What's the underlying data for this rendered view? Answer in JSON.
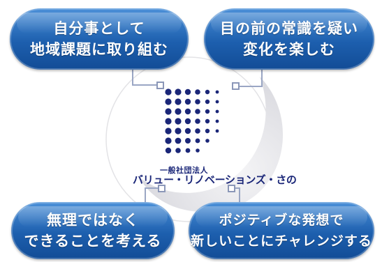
{
  "bubbles": {
    "top_left": {
      "line1": "自分事として",
      "line2": "地域課題に取り組む"
    },
    "top_right": {
      "line1": "目の前の常識を疑い",
      "line2": "変化を楽しむ"
    },
    "bottom_left": {
      "line1": "無理ではなく",
      "line2": "できることを考える"
    },
    "bottom_right": {
      "line1": "ポジティブな発想で",
      "line2": "新しいことにチャレンジする"
    }
  },
  "logo": {
    "org_type": "一般社団法人",
    "org_name": "バリュー・リノベーションズ・さの"
  },
  "colors": {
    "bubble_blue": "#1d5fae",
    "logo_navy": "#1a2678",
    "connector": "#9aa6c4",
    "crescent": "#e6e6ea"
  }
}
